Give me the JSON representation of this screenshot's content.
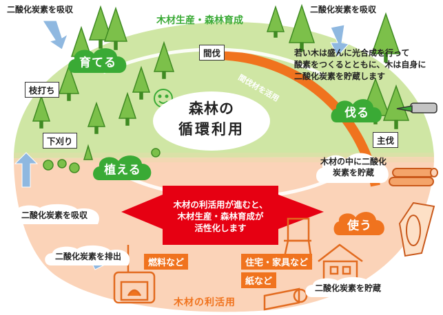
{
  "colors": {
    "green_area": "#cfe6a4",
    "peach_area": "#fbd3b8",
    "green_accent": "#3aaa35",
    "orange_accent": "#f0731e",
    "red_banner": "#e60012",
    "tree": "#7cc04a",
    "arrow_blue": "#8fb8e0"
  },
  "diagram": {
    "top_title": "木材生産・森林育成",
    "bottom_title": "木材の利活用",
    "center_title_line1": "森林の",
    "center_title_line2": "循環利用",
    "stages": {
      "grow": "育てる",
      "plant": "植える",
      "cut": "伐る",
      "use": "使う"
    },
    "labels": {
      "thinning": "間伐",
      "pruning": "枝打ち",
      "weeding": "下刈り",
      "final_cut": "主伐",
      "thinned_wood": "間伐材を活用"
    },
    "notes": {
      "absorb_top_left": "二酸化炭素を吸収",
      "absorb_top_right": "二酸化炭素を吸収",
      "absorb_left": "二酸化炭素を吸収",
      "emit": "二酸化炭素を排出",
      "store_bottom": "二酸化炭素を貯蔵",
      "young_trees_l1": "若い木は盛んに光合成を行って",
      "young_trees_l2": "酸素をつくるとともに、木は自身に",
      "young_trees_l3": "二酸化炭素を貯蔵します",
      "wood_store_l1": "木材の中に二酸化",
      "wood_store_l2": "炭素を貯蔵"
    },
    "banner_l1": "木材の利活用が進むと、",
    "banner_l2": "木材生産・森林育成が",
    "banner_l3": "活性化します",
    "uses": {
      "fuel": "燃料など",
      "housing": "住宅・家具など",
      "paper": "紙など"
    }
  }
}
